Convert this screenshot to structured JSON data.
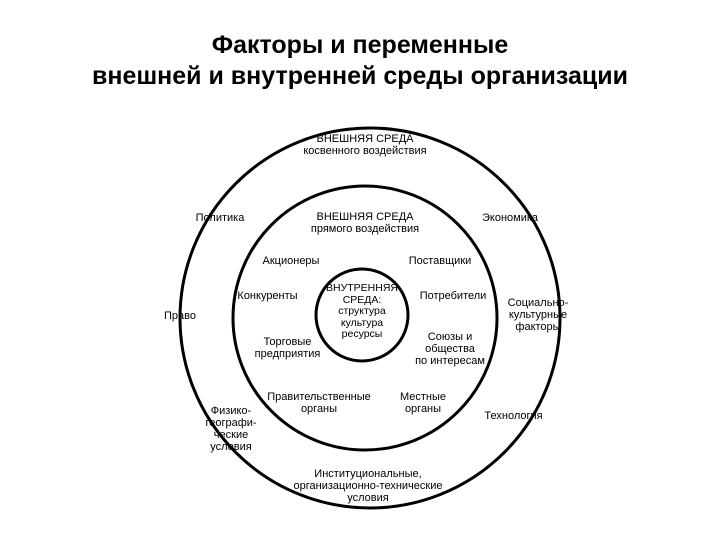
{
  "title_line1": "Факторы и переменные",
  "title_line2": "внешней и внутренней среды организации",
  "outer_ring": {
    "heading_line1": "ВНЕШНЯЯ СРЕДА",
    "heading_line2": "косвенного воздействия",
    "items": {
      "politics": "Политика",
      "economy": "Экономика",
      "law": "Право",
      "social_line1": "Социально-",
      "social_line2": "культурные",
      "social_line3": "факторы",
      "physgeo_line1": "Физико-",
      "physgeo_line2": "географи-",
      "physgeo_line3": "ческие",
      "physgeo_line4": "условия",
      "technology": "Технология",
      "institutional_line1": "Институциональные,",
      "institutional_line2": "организационно-технические",
      "institutional_line3": "условия"
    }
  },
  "middle_ring": {
    "heading_line1": "ВНЕШНЯЯ СРЕДА",
    "heading_line2": "прямого воздействия",
    "items": {
      "shareholders": "Акционеры",
      "suppliers": "Поставщики",
      "competitors": "Конкуренты",
      "consumers": "Потребители",
      "trade_line1": "Торговые",
      "trade_line2": "предприятия",
      "unions_line1": "Союзы и",
      "unions_line2": "общества",
      "unions_line3": "по интересам",
      "government_line1": "Правительственные",
      "government_line2": "органы",
      "local_line1": "Местные",
      "local_line2": "органы"
    }
  },
  "inner_circle": {
    "line1": "ВНУТРЕННЯЯ",
    "line2": "СРЕДА:",
    "line3": "структура",
    "line4": "культура",
    "line5": "ресурсы"
  }
}
